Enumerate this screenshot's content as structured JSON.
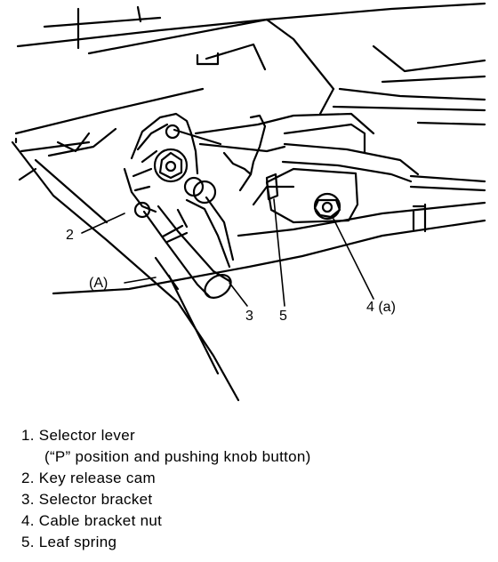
{
  "callouts": {
    "c2": "2",
    "cA": "(A)",
    "c3": "3",
    "c5": "5",
    "c4": "4 (a)"
  },
  "legend": [
    {
      "text": "1. Selector lever"
    },
    {
      "text": "(“P” position and pushing knob button)"
    },
    {
      "text": "2. Key release cam"
    },
    {
      "text": "3. Selector bracket"
    },
    {
      "text": "4. Cable bracket nut"
    },
    {
      "text": "5. Leaf spring"
    }
  ]
}
